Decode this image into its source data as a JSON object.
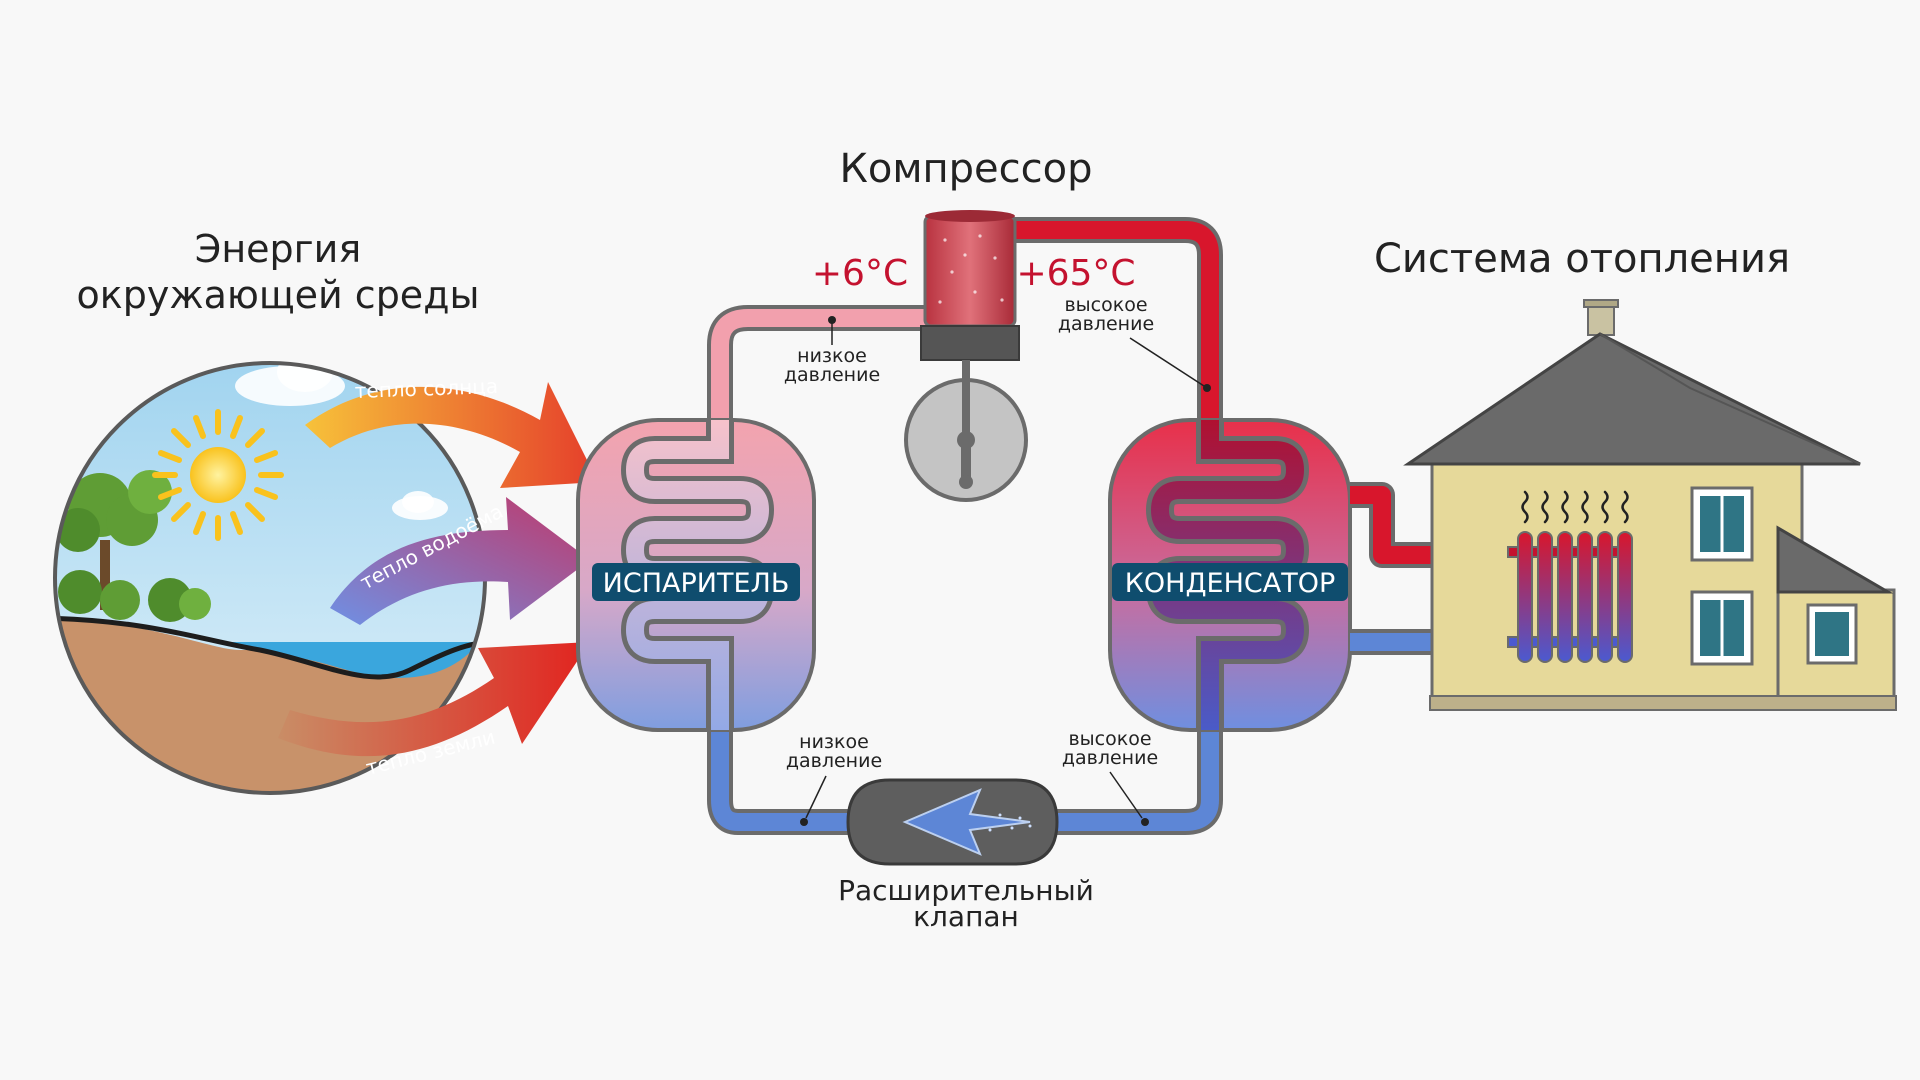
{
  "titles": {
    "environment_line1": "Энергия",
    "environment_line2": "окружающей среды",
    "compressor": "Компрессор",
    "heating": "Система отопления",
    "valve_line1": "Расширительный",
    "valve_line2": "клапан"
  },
  "units": {
    "evaporator": "ИСПАРИТЕЛЬ",
    "condenser": "КОНДЕНСАТОР"
  },
  "temperatures": {
    "low": "+6°C",
    "high": "+65°C"
  },
  "pressure": {
    "low_line1": "низкое",
    "low_line2": "давление",
    "high_line1": "высокое",
    "high_line2": "давление"
  },
  "heat_sources": {
    "sun": "тепло солнца",
    "water": "тепло водоёма",
    "ground": "тепло земли"
  },
  "colors": {
    "hot": "#d8162c",
    "warm": "#f29aa6",
    "cold": "#5d86d6",
    "label_bg": "#0f4d6e",
    "ground": "#c8926a",
    "sky": "#bfe2f4",
    "water": "#3aa6dd"
  },
  "icons": [
    "sun-icon",
    "tree-icon",
    "cloud-icon",
    "house-icon",
    "radiator-icon",
    "steam-icon",
    "window-icon"
  ]
}
